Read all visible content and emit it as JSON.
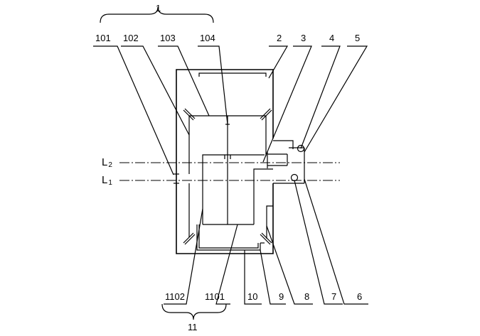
{
  "labels": {
    "n1": "1",
    "n101": "101",
    "n102": "102",
    "n103": "103",
    "n104": "104",
    "n2": "2",
    "n3": "3",
    "n4": "4",
    "n5": "5",
    "n6": "6",
    "n7": "7",
    "n8": "8",
    "n9": "9",
    "n10": "10",
    "n1101": "1101",
    "n1102": "1102",
    "n11": "11"
  },
  "axes": {
    "L2": {
      "letter": "L",
      "sub": "2"
    },
    "L1": {
      "letter": "L",
      "sub": "1"
    }
  }
}
